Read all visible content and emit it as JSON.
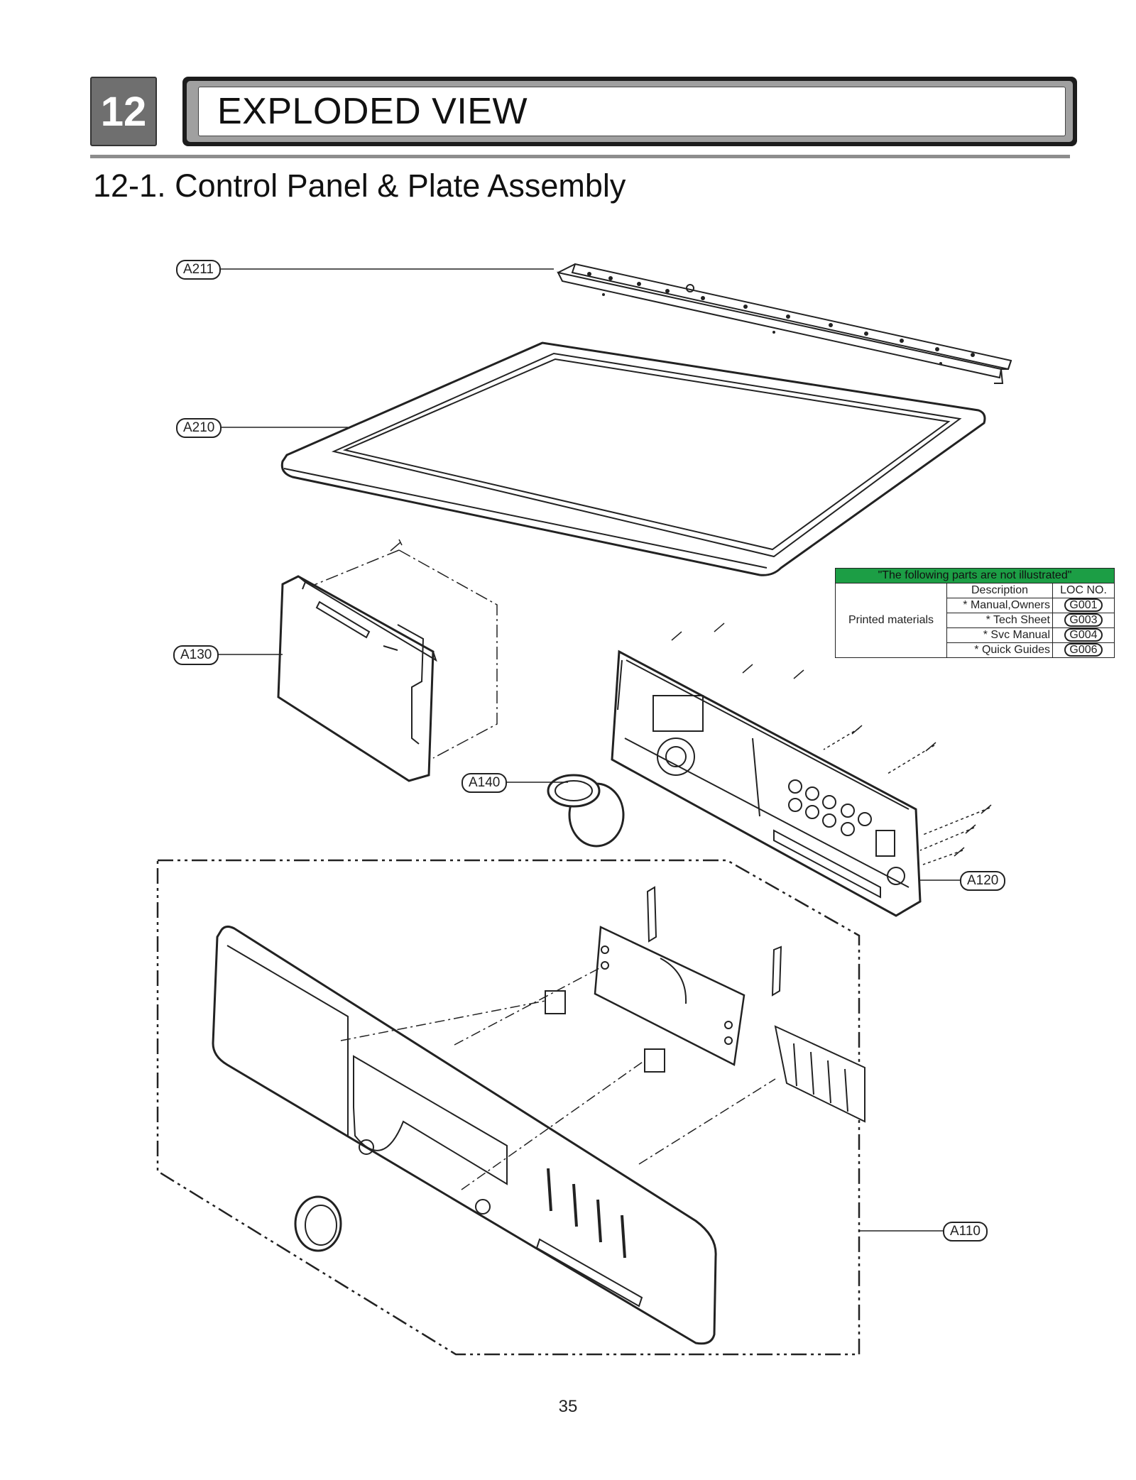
{
  "header": {
    "section_number": "12",
    "title": "EXPLODED VIEW",
    "subtitle": "12-1. Control Panel & Plate Assembly"
  },
  "callouts": {
    "a211": "A211",
    "a210": "A210",
    "a130": "A130",
    "a140": "A140",
    "a120": "A120",
    "a110": "A110"
  },
  "notes_table": {
    "header": "\"The following parts are not illustrated\"",
    "col_description": "Description",
    "col_loc": "LOC NO.",
    "group": "Printed materials",
    "rows": [
      {
        "description": "* Manual,Owners",
        "loc": "G001"
      },
      {
        "description": "* Tech Sheet",
        "loc": "G003"
      },
      {
        "description": "* Svc Manual",
        "loc": "G004"
      },
      {
        "description": "* Quick Guides",
        "loc": "G006"
      }
    ]
  },
  "footer": {
    "page_number": "35"
  },
  "colors": {
    "header_fill": "#1c9e45",
    "section_box": "#6f6f6f",
    "rule": "#8d8d8d"
  }
}
